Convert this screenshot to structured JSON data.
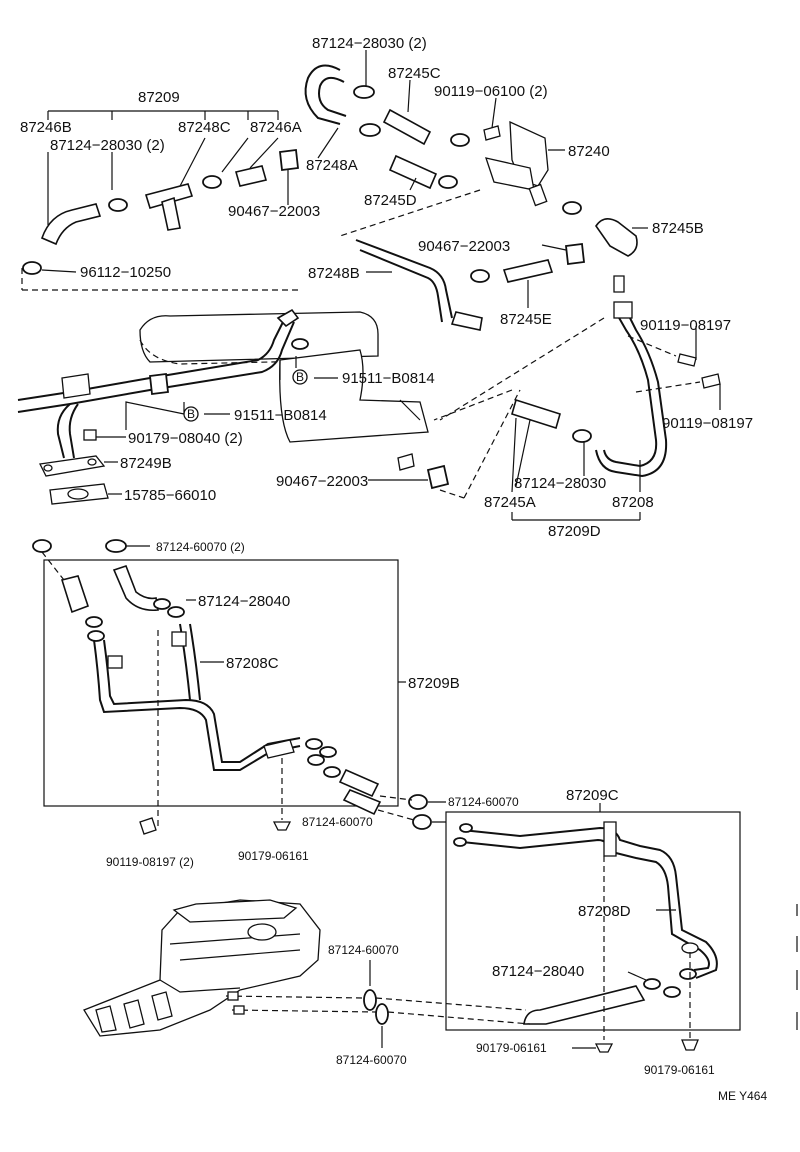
{
  "diagram": {
    "labels": {
      "l_87124_28030_2_top": "87124−28030 (2)",
      "l_87245C": "87245C",
      "l_90119_06100_2": "90119−06100 (2)",
      "l_87209": "87209",
      "l_87246B": "87246B",
      "l_87248C": "87248C",
      "l_87246A": "87246A",
      "l_87124_28030_2_left": "87124−28030 (2)",
      "l_87240": "87240",
      "l_87248A": "87248A",
      "l_87245D": "87245D",
      "l_90467_22003_a": "90467−22003",
      "l_87245B": "87245B",
      "l_90467_22003_b": "90467−22003",
      "l_96112_10250": "96112−10250",
      "l_87248B": "87248B",
      "l_87245E": "87245E",
      "l_90119_08197_a": "90119−08197",
      "l_91511_B0814_a": "91511−B0814",
      "l_91511_B0814_b": "91511−B0814",
      "l_90119_08197_b": "90119−08197",
      "l_90179_08040_2": "90179−08040 (2)",
      "l_87249B": "87249B",
      "l_90467_22003_c": "90467−22003",
      "l_87124_28030_mid": "87124−28030",
      "l_15785_66010": "15785−66010",
      "l_87245A": "87245A",
      "l_87208": "87208",
      "l_87209D": "87209D",
      "l_87124_60070_2": "87124-60070 (2)",
      "l_87124_28040_top": "87124−28040",
      "l_87208C": "87208C",
      "l_87209B": "87209B",
      "l_87124_60070_a": "87124-60070",
      "l_87209C": "87209C",
      "l_87124_60070_b": "87124-60070",
      "l_90119_08197_2": "90119-08197 (2)",
      "l_90179_06161_a": "90179-06161",
      "l_87208D": "87208D",
      "l_87124_60070_c": "87124-60070",
      "l_87124_28040_bot": "87124−28040",
      "l_90179_06161_b": "90179-06161",
      "l_87124_60070_d": "87124-60070",
      "l_90179_06161_c": "90179-06161",
      "l_ref_code": "ME Y464",
      "badge_b1": "B",
      "badge_b2": "B"
    }
  }
}
